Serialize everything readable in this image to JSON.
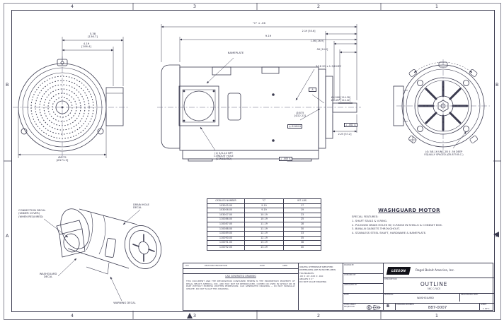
{
  "colors": {
    "ink": "#3b3b4f",
    "paper": "#ffffff",
    "logo_bg": "#111118"
  },
  "border": {
    "zones_top": [
      "4",
      "3",
      "2",
      "1"
    ],
    "zones_bottom": [
      "4",
      "3",
      "2",
      "1"
    ],
    "zone_letters_left": [
      "B",
      "A"
    ],
    "zone_letters_right": [
      "B",
      "A"
    ]
  },
  "front_view": {
    "dim_top1": "5.38",
    "dim_top1_mm": "[136.7]",
    "dim_top2": "4.19",
    "dim_top2_mm": "[106.4]",
    "dim_dia": "Ø6.75",
    "dim_dia_mm": "[Ø171.5]"
  },
  "side_view": {
    "nameplate_label": "NAMEPLATE",
    "dim_c": "\"C\" ± .06",
    "dim_2": "9.19",
    "dim_r1": "2.19 [55.6]",
    "dim_r2": "1.06 [26.9]",
    "dim_r3": ".56 [14.2]",
    "key_note": "3/16 SQ x 1-3/8 KEY",
    "shaft_dia": "Ø.875",
    "shaft_dia_mm": "[Ø22.23]",
    "shaft_gdt": "◎ Ø.004 A",
    "register1": "Ø4.500 [114.30]",
    "register2": "Ø4.497 [114.22]",
    "register_gdt": "⊥ .002 A",
    "datum": "A",
    "conduit_note1": "(1) 3/4-14 NPT",
    "conduit_note2": "CONDUIT HOLE",
    "conduit_note3": "(STANDARD)",
    "dim_shaft_ext": "2.25 [57.2]",
    "bottom_gdt": "⊥ .005 A"
  },
  "end_view": {
    "bolt_note1": "(4) 3/8-16 UNC-2B X .56 DEEP",
    "bolt_note2": "EQUALLY SPACED (Ø5.875 B.C.)"
  },
  "iso_view": {
    "connection1": "CONNECTION DECAL",
    "connection2": "(UNDER COVER)",
    "connection3": "(WHEN REQUIRED)",
    "washguard1": "WASHGUARD",
    "washguard2": "DECAL",
    "warning": "WARNING DECAL",
    "drain1": "DRAIN HOLE",
    "drain2": "DECAL"
  },
  "dim_table": {
    "headers": [
      "CATALOG NUMBER",
      "\"C\"",
      "WT. LBS."
    ],
    "rows": [
      [
        "103005.00",
        "9.19",
        "17"
      ],
      [
        "103006.00",
        "9.19",
        "19"
      ],
      [
        "103007.00",
        "10.19",
        "23"
      ],
      [
        "110086.00",
        "10.19",
        "25"
      ],
      [
        "110087.00",
        "11.19",
        "28"
      ],
      [
        "110088.00",
        "11.19",
        "30"
      ],
      [
        "110089.00",
        "12.19",
        "33"
      ],
      [
        "110090.00",
        "12.19",
        "35"
      ],
      [
        "110091.00",
        "13.19",
        "38"
      ],
      [
        "110092.00",
        "13.19",
        "40"
      ]
    ]
  },
  "notes": {
    "title": "WASHGUARD MOTOR",
    "subtitle": "SPECIAL FEATURES:",
    "items": [
      "1.  SHAFT SEALS & V-RING.",
      "2.  PLUGGED DRAIN HOLES W/ O-RINGS IN SHELLS & CONDUIT BOX.",
      "3.  BUNA-N GASKETS THROUGHOUT.",
      "4.  STAINLESS STEEL SHAFT, HARDWARE & NAMEPLATE."
    ]
  },
  "title_block": {
    "revision": {
      "headers": [
        "LTR",
        "REVISION DESCRIPTION",
        "DATE",
        "APPR"
      ]
    },
    "cad_note": "CAD GENERATED DRAWING",
    "proprietary": "THIS DOCUMENT AND THE INFORMATION CONTAINED HEREIN IS THE PROPRIETARY PROPERTY OF REGAL BELOIT AMERICA, INC. AND MAY NOT BE REPRODUCED, COPIED OR USED IN WHOLE OR IN PART WITHOUT EXPRESS WRITTEN PERMISSION. CAD GENERATED DRAWING — DO NOT MANUALLY UPDATE. DO NOT SCALE THIS DRAWING.",
    "tolerance": {
      "l1": "UNLESS OTHERWISE SPECIFIED:",
      "l2": "DIMENSIONS ARE IN INCHES [MM]",
      "l3": "TOLERANCES:",
      "l4": ".XX ± .03    .XXX ± .010",
      "l5": "ANGLES ± 1°",
      "l6": "DO NOT SCALE DRAWING"
    },
    "fields": {
      "drawn": "DRAWN BY",
      "checked": "CHECKED BY",
      "approved": "APPROVED BY",
      "date": "DATE"
    },
    "projection_label": "THIRD ANGLE PROJECTION",
    "size": "B",
    "logo_text": "LEESON",
    "company": "Regal Beloit America, Inc.",
    "description_label": "DESCRIPTION",
    "title": "OUTLINE",
    "subtitle": "56C C-FACE",
    "material_label": "MATERIAL",
    "material": "WASHGUARD",
    "processing_label": "PROCESSING SPEC",
    "number_label": "DRAWING NUMBER",
    "number": "887-0007",
    "sheet_label": "SHEET",
    "sheet": "1 OF 1"
  }
}
